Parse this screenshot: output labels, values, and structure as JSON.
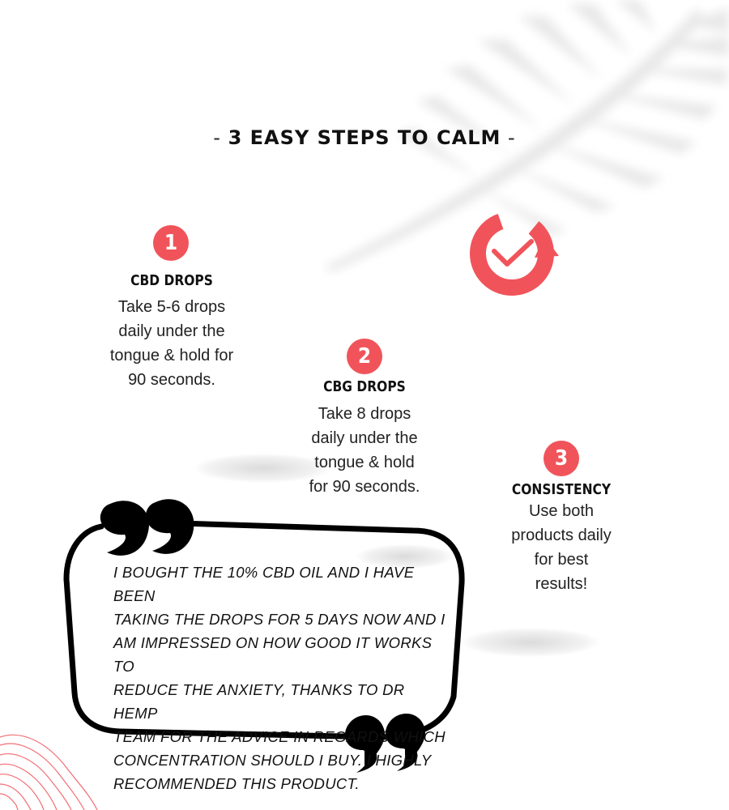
{
  "header": {
    "dash_left": "-",
    "title": "3 EASY STEPS TO CALM",
    "dash_right": "-"
  },
  "steps": [
    {
      "number": "1",
      "title": "CBD DROPS",
      "lines": [
        "Take 5-6 drops",
        "daily under the",
        "tongue & hold for",
        "90 seconds."
      ]
    },
    {
      "number": "2",
      "title": "CBG DROPS",
      "lines": [
        "Take 8 drops",
        "daily under the",
        "tongue & hold",
        "for 90 seconds."
      ]
    },
    {
      "number": "3",
      "title": "CONSISTENCY",
      "lines": [
        "Use both",
        "products daily",
        "for best",
        "results!"
      ]
    }
  ],
  "testimonial": {
    "lines": [
      "I BOUGHT THE 10% CBD OIL AND I HAVE BEEN",
      "TAKING THE DROPS FOR 5 DAYS NOW AND I",
      "AM IMPRESSED ON HOW GOOD IT WORKS TO",
      "REDUCE THE ANXIETY, THANKS TO DR HEMP",
      "TEAM FOR THE ADVICE IN REGARDS WHICH",
      "CONCENTRATION SHOULD I BUY. I HIGHLY",
      "RECOMMENDED THIS PRODUCT."
    ]
  },
  "icons": {
    "cycle": "refresh-check-icon",
    "quote_open": "quote-open-icon",
    "quote_close": "quote-close-icon",
    "leaf": "palm-leaf-shadow-icon",
    "contours": "contour-lines-decoration"
  },
  "colors": {
    "accent": "#f0545a",
    "text": "#111111"
  }
}
